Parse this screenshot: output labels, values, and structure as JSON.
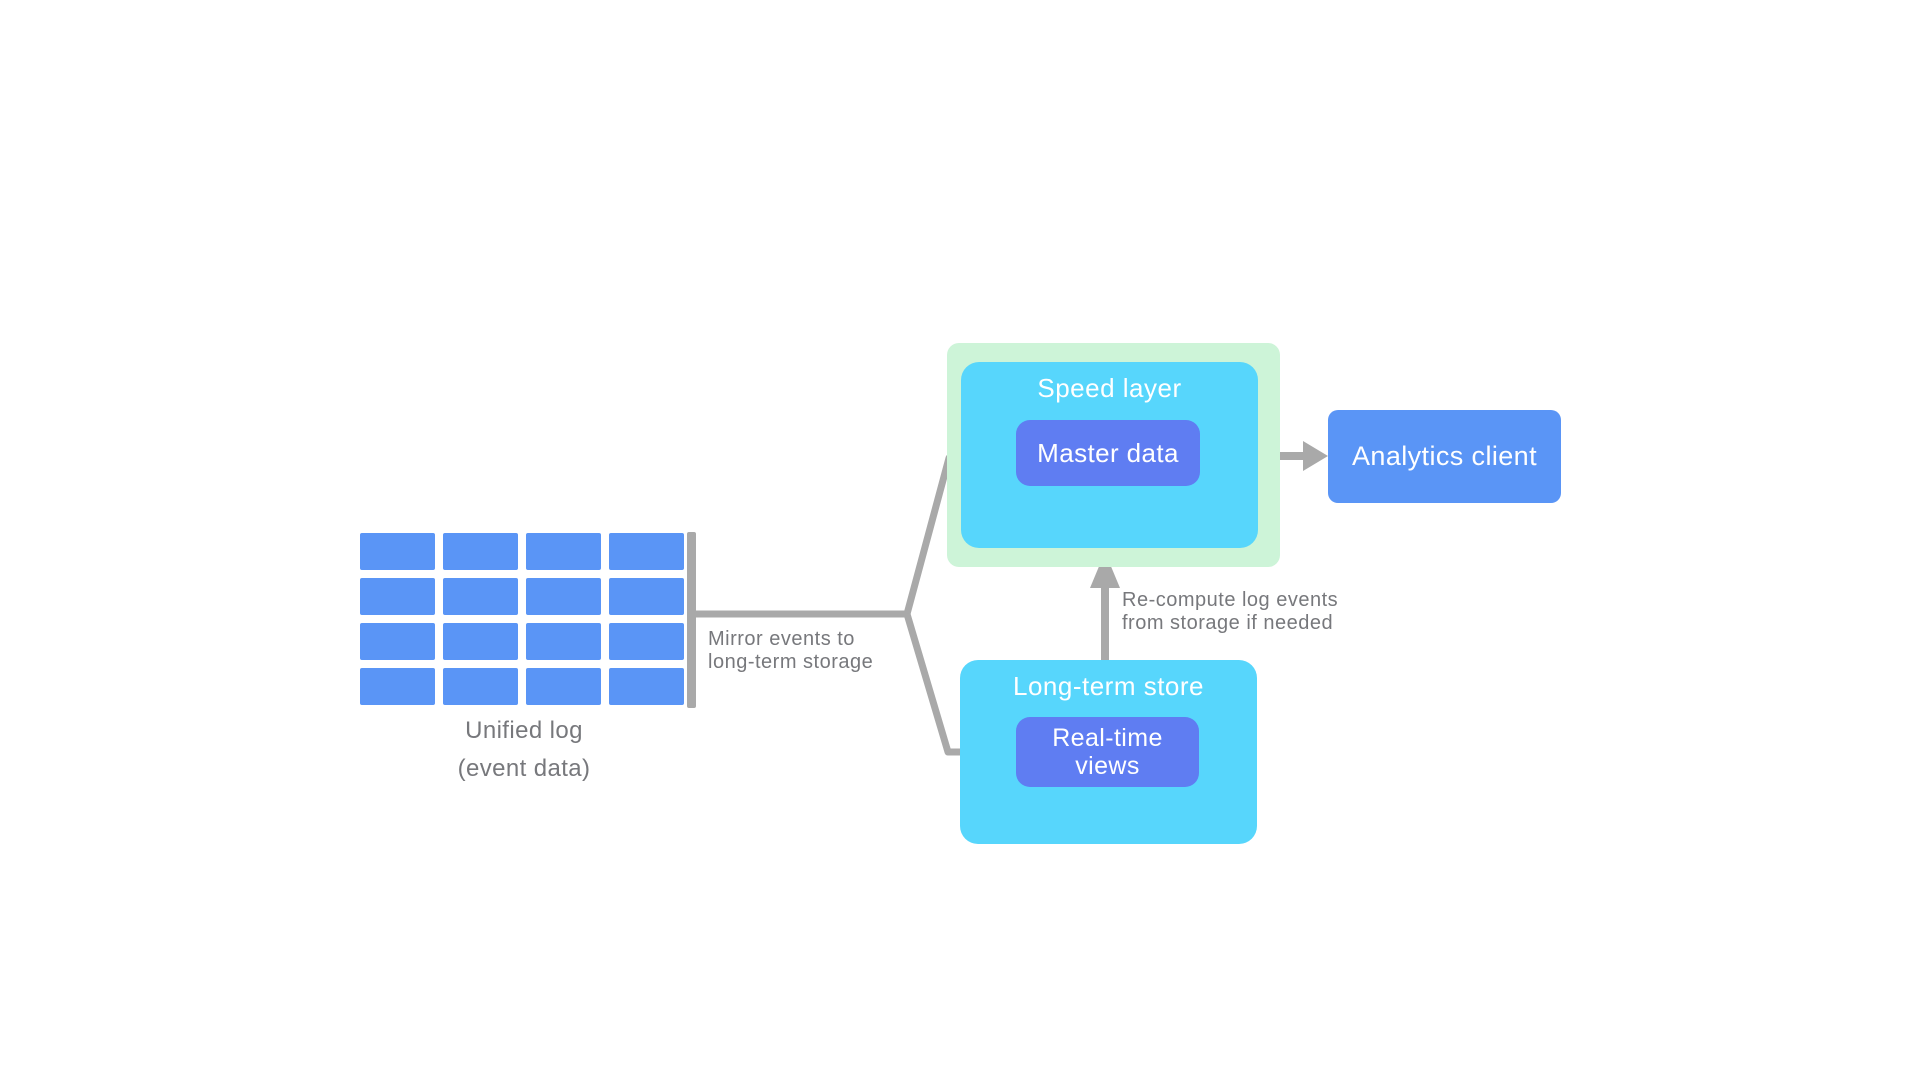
{
  "colors": {
    "background": "#ffffff",
    "grid_blue": "#5a95f6",
    "node_blue": "#5f7df2",
    "cyan": "#57d6fc",
    "pale_green": "#cdf4d8",
    "line_gray": "#a9a9a9",
    "label_gray": "#77787c",
    "white_text": "#ffffff"
  },
  "unified_log": {
    "rows": 4,
    "cols": 4,
    "caption_line1": "Unified log",
    "caption_line2": "(event data)"
  },
  "edge_labels": {
    "mirror_line1": "Mirror events to",
    "mirror_line2": "long-term storage",
    "recompute_line1": "Re-compute log events",
    "recompute_line2": "from storage if needed"
  },
  "speed_layer": {
    "title": "Speed layer",
    "node_label": "Master data"
  },
  "long_term_store": {
    "title": "Long-term store",
    "node_label_line1": "Real-time",
    "node_label_line2": "views"
  },
  "analytics_client": {
    "label": "Analytics client"
  }
}
